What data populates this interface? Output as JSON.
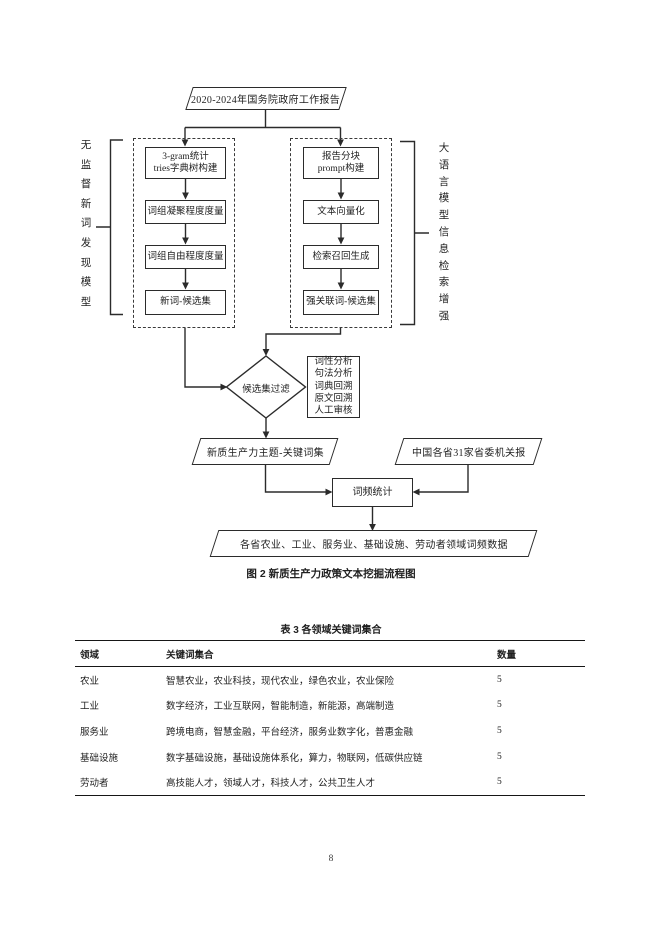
{
  "figure": {
    "source_box": "2020-2024年国务院政府工作报告",
    "left_model_label": "无监督新词发现模型",
    "right_model_label": "大语言模型信息检索增强",
    "left_steps": [
      "3-gram统计\ntries字典树构建",
      "词组凝聚程度度量",
      "词组自由程度度量",
      "新词-候选集"
    ],
    "right_steps": [
      "报告分块\nprompt构建",
      "文本向量化",
      "检索召回生成",
      "强关联词-候选集"
    ],
    "filter_node": "候选集过滤",
    "filter_methods": "词性分析\n句法分析\n词典回溯\n原文回溯\n人工审核",
    "keyword_set_box": "新质生产力主题-关键词集",
    "provincial_source_box": "中国各省31家省委机关报",
    "freq_box": "词频统计",
    "output_box": "各省农业、工业、服务业、基础设施、劳动者领域词频数据",
    "caption": "图 2 新质生产力政策文本挖掘流程图"
  },
  "table": {
    "title": "表 3 各领域关键词集合",
    "headers": [
      "领域",
      "关键词集合",
      "数量"
    ],
    "rows": [
      {
        "domain": "农业",
        "keywords": "智慧农业，农业科技，现代农业，绿色农业，农业保险",
        "count": "5"
      },
      {
        "domain": "工业",
        "keywords": "数字经济，工业互联网，智能制造，新能源，高端制造",
        "count": "5"
      },
      {
        "domain": "服务业",
        "keywords": "跨境电商，智慧金融，平台经济，服务业数字化，普惠金融",
        "count": "5"
      },
      {
        "domain": "基础设施",
        "keywords": "数字基础设施，基础设施体系化，算力，物联网，低碳供应链",
        "count": "5"
      },
      {
        "domain": "劳动者",
        "keywords": "高技能人才，领域人才，科技人才，公共卫生人才",
        "count": "5"
      }
    ]
  },
  "page": {
    "number": "8"
  },
  "colors": {
    "ink": "#1f1f1f",
    "line": "#2b2b2b"
  }
}
